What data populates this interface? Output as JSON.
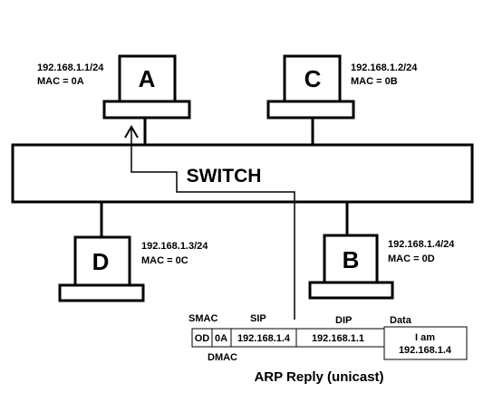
{
  "switch": {
    "label": "SWITCH"
  },
  "hosts": {
    "A": {
      "letter": "A",
      "ip": "192.168.1.1/24",
      "mac": "MAC = 0A"
    },
    "C": {
      "letter": "C",
      "ip": "192.168.1.2/24",
      "mac": "MAC = 0B"
    },
    "D": {
      "letter": "D",
      "ip": "192.168.1.3/24",
      "mac": "MAC = 0C"
    },
    "B": {
      "letter": "B",
      "ip": "192.168.1.4/24",
      "mac": "MAC = 0D"
    }
  },
  "frame": {
    "headers": {
      "smac": "SMAC",
      "sip": "SIP",
      "dip": "DIP",
      "data": "Data",
      "dmac": "DMAC"
    },
    "fields": {
      "smac": "OD",
      "dmac": "0A",
      "sip": "192.168.1.4",
      "dip": "192.168.1.1",
      "data_line1": "I am",
      "data_line2": "192.168.1.4"
    },
    "caption": "ARP Reply (unicast)"
  }
}
